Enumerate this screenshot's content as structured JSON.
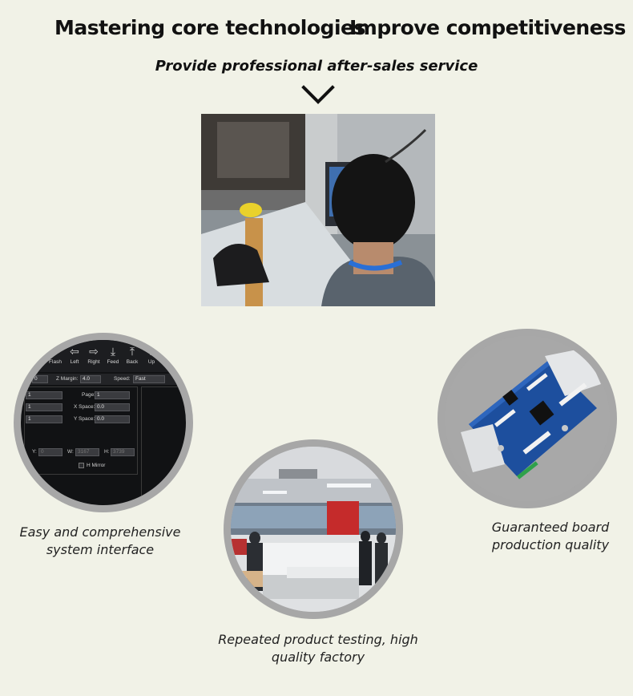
{
  "header": {
    "left_title": "Mastering core technologies",
    "right_title": "Improve competitiveness",
    "subtitle": "Provide professional after-sales service"
  },
  "icons": {
    "divider": "chevron-down-icon"
  },
  "software_ui": {
    "toolbar": [
      "Flash",
      "Left",
      "Right",
      "Feed",
      "Back",
      "Up"
    ],
    "z_margin_label": "Z Margin:",
    "z_margin_value": "4.0",
    "speed_label": "Speed:",
    "speed_value": "Fast",
    "top_field_value": "0",
    "page_label": "Page:",
    "page_value": "1",
    "x_space_label": "X Space:",
    "x_space_value": "0.0",
    "y_space_label": "Y Space:",
    "y_space_value": "0.0",
    "left_field_1": "1",
    "left_field_2": "1",
    "left_field_3": "1",
    "y_label": "Y:",
    "y_value": "0",
    "w_label": "W:",
    "w_value": "3167",
    "h_label": "H:",
    "h_value": "3739",
    "h_mirror_label": "H Mirror"
  },
  "captions": {
    "interface": "Easy and comprehensive system interface",
    "factory": "Repeated product testing, high quality factory",
    "board": "Guaranteed board production quality"
  },
  "colors": {
    "background": "#f1f2e7",
    "ring": "#a7a7a7",
    "text": "#111111",
    "board_blue": "#1d4f9e"
  }
}
